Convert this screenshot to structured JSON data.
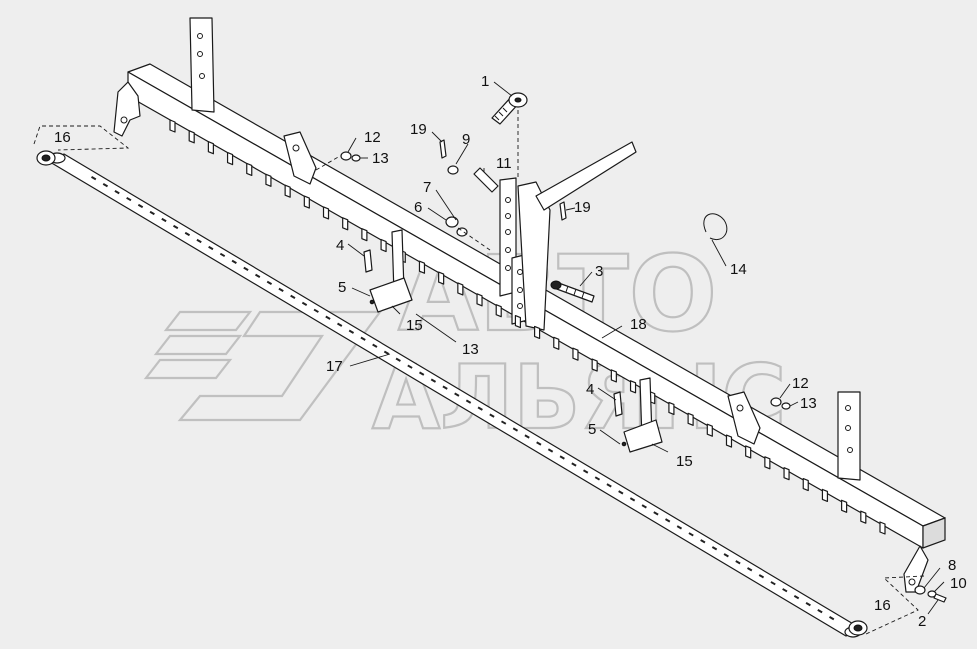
{
  "callouts": [
    {
      "id": "c1",
      "label": "1"
    },
    {
      "id": "c2",
      "label": "2"
    },
    {
      "id": "c3",
      "label": "3"
    },
    {
      "id": "c4a",
      "label": "4"
    },
    {
      "id": "c4b",
      "label": "4"
    },
    {
      "id": "c5a",
      "label": "5"
    },
    {
      "id": "c5b",
      "label": "5"
    },
    {
      "id": "c6",
      "label": "6"
    },
    {
      "id": "c7",
      "label": "7"
    },
    {
      "id": "c8",
      "label": "8"
    },
    {
      "id": "c9",
      "label": "9"
    },
    {
      "id": "c10",
      "label": "10"
    },
    {
      "id": "c11",
      "label": "11"
    },
    {
      "id": "c12a",
      "label": "12"
    },
    {
      "id": "c12b",
      "label": "12"
    },
    {
      "id": "c13a",
      "label": "13"
    },
    {
      "id": "c13b",
      "label": "13"
    },
    {
      "id": "c13c",
      "label": "13"
    },
    {
      "id": "c14",
      "label": "14"
    },
    {
      "id": "c15a",
      "label": "15"
    },
    {
      "id": "c15b",
      "label": "15"
    },
    {
      "id": "c16a",
      "label": "16"
    },
    {
      "id": "c16b",
      "label": "16"
    },
    {
      "id": "c17",
      "label": "17"
    },
    {
      "id": "c18",
      "label": "18"
    },
    {
      "id": "c19a",
      "label": "19"
    },
    {
      "id": "c19b",
      "label": "19"
    }
  ],
  "watermark": {
    "line1": "АВТО",
    "line2": "АЛЬЯНС"
  }
}
